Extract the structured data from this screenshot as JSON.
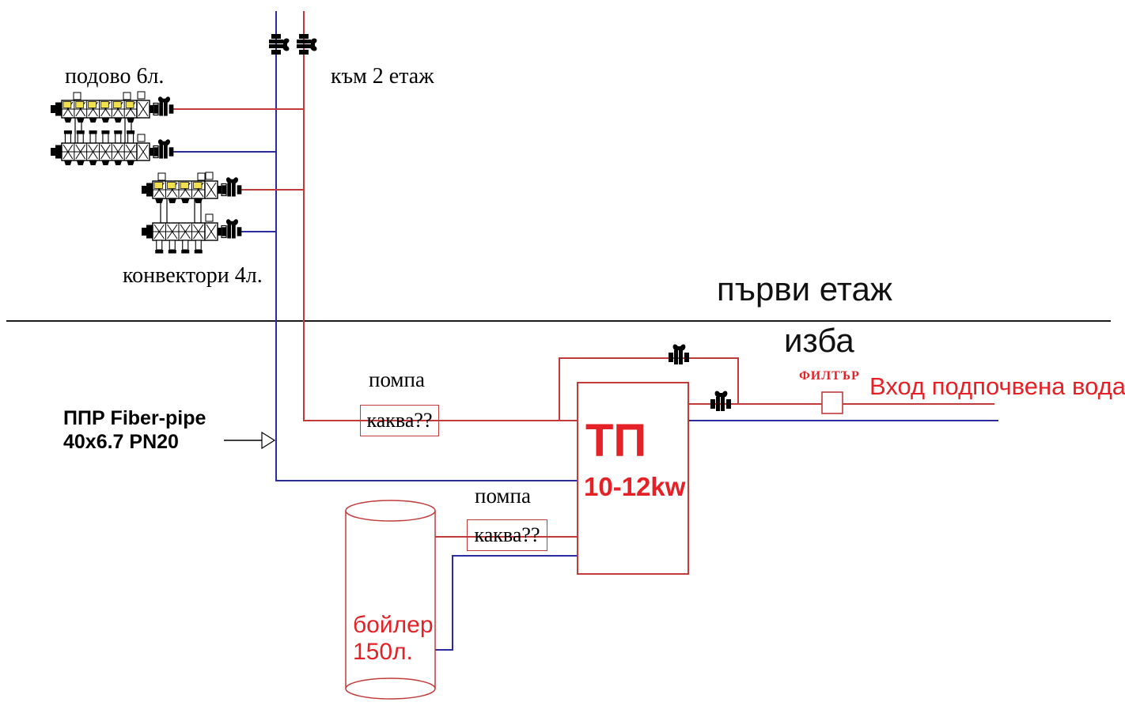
{
  "colors": {
    "pipe_red": "#c23b3b",
    "pipe_blue": "#2b2ba2",
    "text_red": "#e32126",
    "manifold_yellow": "#f0e04d",
    "line_black": "#1a1a1a"
  },
  "diagram": {
    "floor_manifold": {
      "label": "подово 6л."
    },
    "convector_manifold": {
      "label": "конвектори 4л."
    },
    "riser": {
      "to_floor_label": "към 2 етаж"
    },
    "levels": {
      "first_floor": "първи етаж",
      "basement": "изба"
    },
    "pipe_spec": {
      "line1": "ППР Fiber-pipe",
      "line2": "40x6.7 PN20"
    },
    "heating_pump": {
      "caption": "помпа",
      "question": "каква??"
    },
    "boiler_pump": {
      "caption": "помпа",
      "question": "каква??"
    },
    "heat_pump_unit": {
      "abbr": "ТП",
      "power": "10-12kw"
    },
    "filter": {
      "label": "ФИЛТЪР"
    },
    "groundwater": {
      "inlet_label": "Вход подпочвена вода"
    },
    "boiler": {
      "label": "бойлер",
      "capacity": "150л."
    }
  },
  "icons": {
    "ball_valve": "ball-valve-icon",
    "filter_symbol": "filter-square-icon",
    "flow_arrow": "arrow-right-icon",
    "manifold": "heating-manifold-icon",
    "boiler_tank": "cylinder-tank-icon"
  }
}
